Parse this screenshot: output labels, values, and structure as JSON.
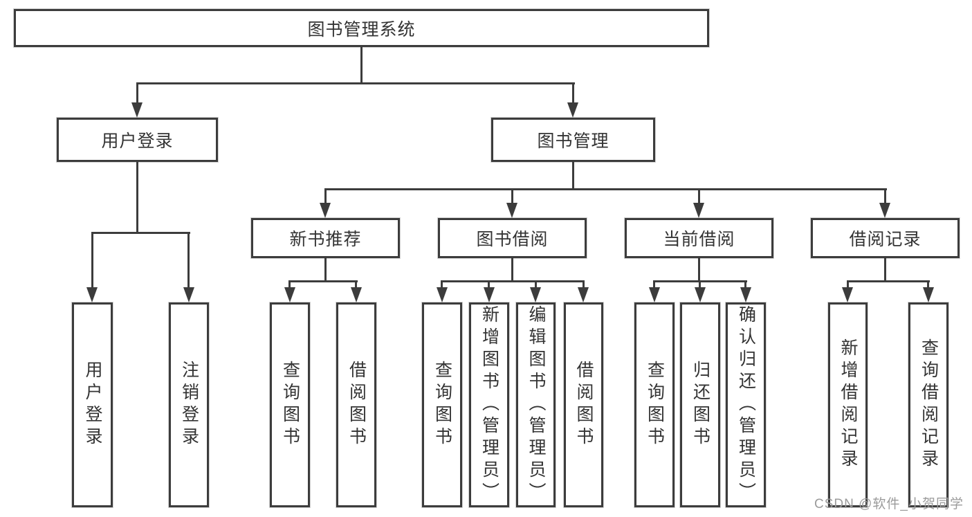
{
  "tree": {
    "root": {
      "label": "图书管理系统"
    },
    "branches": [
      {
        "label": "用户登录",
        "children": [
          {
            "label": "用户登录"
          },
          {
            "label": "注销登录"
          }
        ]
      },
      {
        "label": "图书管理",
        "children": [
          {
            "label": "新书推荐",
            "children": [
              {
                "label": "查询图书"
              },
              {
                "label": "借阅图书"
              }
            ]
          },
          {
            "label": "图书借阅",
            "children": [
              {
                "label": "查询图书"
              },
              {
                "label": "新增图书（管理员）"
              },
              {
                "label": "编辑图书（管理员）"
              },
              {
                "label": "借阅图书"
              }
            ]
          },
          {
            "label": "当前借阅",
            "children": [
              {
                "label": "查询图书"
              },
              {
                "label": "归还图书"
              },
              {
                "label": "确认归还（管理员）"
              }
            ]
          },
          {
            "label": "借阅记录",
            "children": [
              {
                "label": "新增借阅记录"
              },
              {
                "label": "查询借阅记录"
              }
            ]
          }
        ]
      }
    ]
  },
  "watermark": {
    "text": "CSDN @软件_小贺同学"
  },
  "colors": {
    "line": "#3c3c3c",
    "text": "#333333",
    "watermark": "#9b9b9b",
    "background": "#ffffff"
  }
}
